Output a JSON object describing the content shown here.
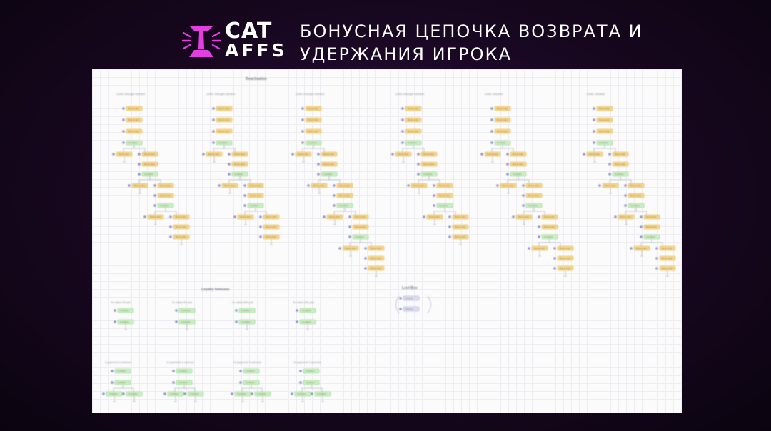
{
  "header": {
    "brand_line1": "CAT",
    "brand_line2": "AFFS",
    "title_line1": "БОНУСНАЯ ЦЕПОЧКА ВОЗВРАТА И",
    "title_line2": "УДЕРЖАНИЯ ИГРОКА"
  },
  "colors": {
    "logo_pink": "#e23ee0",
    "node_yellow": "#f6d486",
    "node_green": "#c8efc3",
    "node_purple": "#d9dcf6"
  },
  "diagram": {
    "sections": [
      {
        "title": "Reactivation"
      },
      {
        "title": "Loyalty bonuses"
      },
      {
        "title": "Loot Box"
      }
    ],
    "reactivation_chains": [
      {
        "label": "LEAD: Inbought retention"
      },
      {
        "label": "LEAD: Inbought retention"
      },
      {
        "label": "LEAD: Inbought retention"
      },
      {
        "label": "LEAD: Inbought retention"
      },
      {
        "label": "LEAD: retention"
      },
      {
        "label": "LEAD: retention"
      }
    ],
    "loyalty_top": [
      {
        "label": "To: status 50 pats"
      },
      {
        "label": "To: status 50 pats"
      },
      {
        "label": "To: status 500 pats"
      },
      {
        "label": "To: status 500 pats"
      }
    ],
    "loyalty_bottom": [
      {
        "label": "3 payments 3 cashouts"
      },
      {
        "label": "10 payments 3 cashouts"
      },
      {
        "label": "10 payments 3 cashouts"
      },
      {
        "label": "10 payments 3 cashouts"
      }
    ],
    "node_text": {
      "yellow": "Bonus step",
      "green": "Condition",
      "purple": "Reward"
    }
  }
}
